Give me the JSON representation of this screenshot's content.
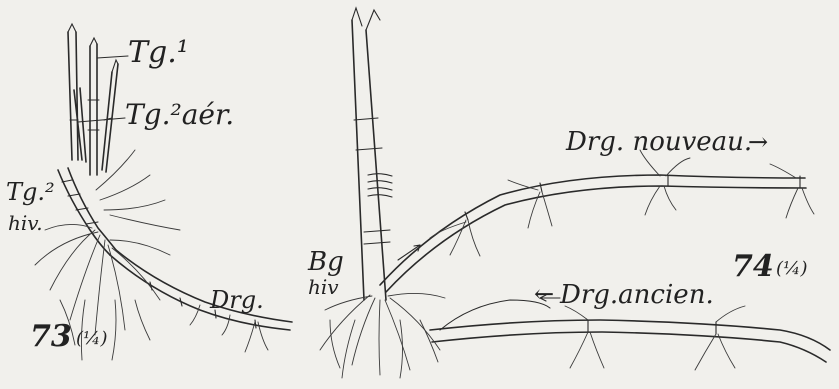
{
  "figures": [
    {
      "number": "73",
      "scale": "(¼)",
      "labels": {
        "tg1": "Tg.¹",
        "tg2_aer": "Tg.²aér.",
        "tg2_hiv_top": "Tg.²",
        "tg2_hiv_bottom": "hiv.",
        "drg": "Drg."
      }
    },
    {
      "number": "74",
      "scale": "(¼)",
      "labels": {
        "drg_nouveau": "Drg. nouveau.",
        "drg_ancien": "Drg.ancien.",
        "bg_top": "Bg",
        "bg_bottom": "hiv"
      }
    }
  ],
  "arrows": [
    "→",
    "←"
  ]
}
